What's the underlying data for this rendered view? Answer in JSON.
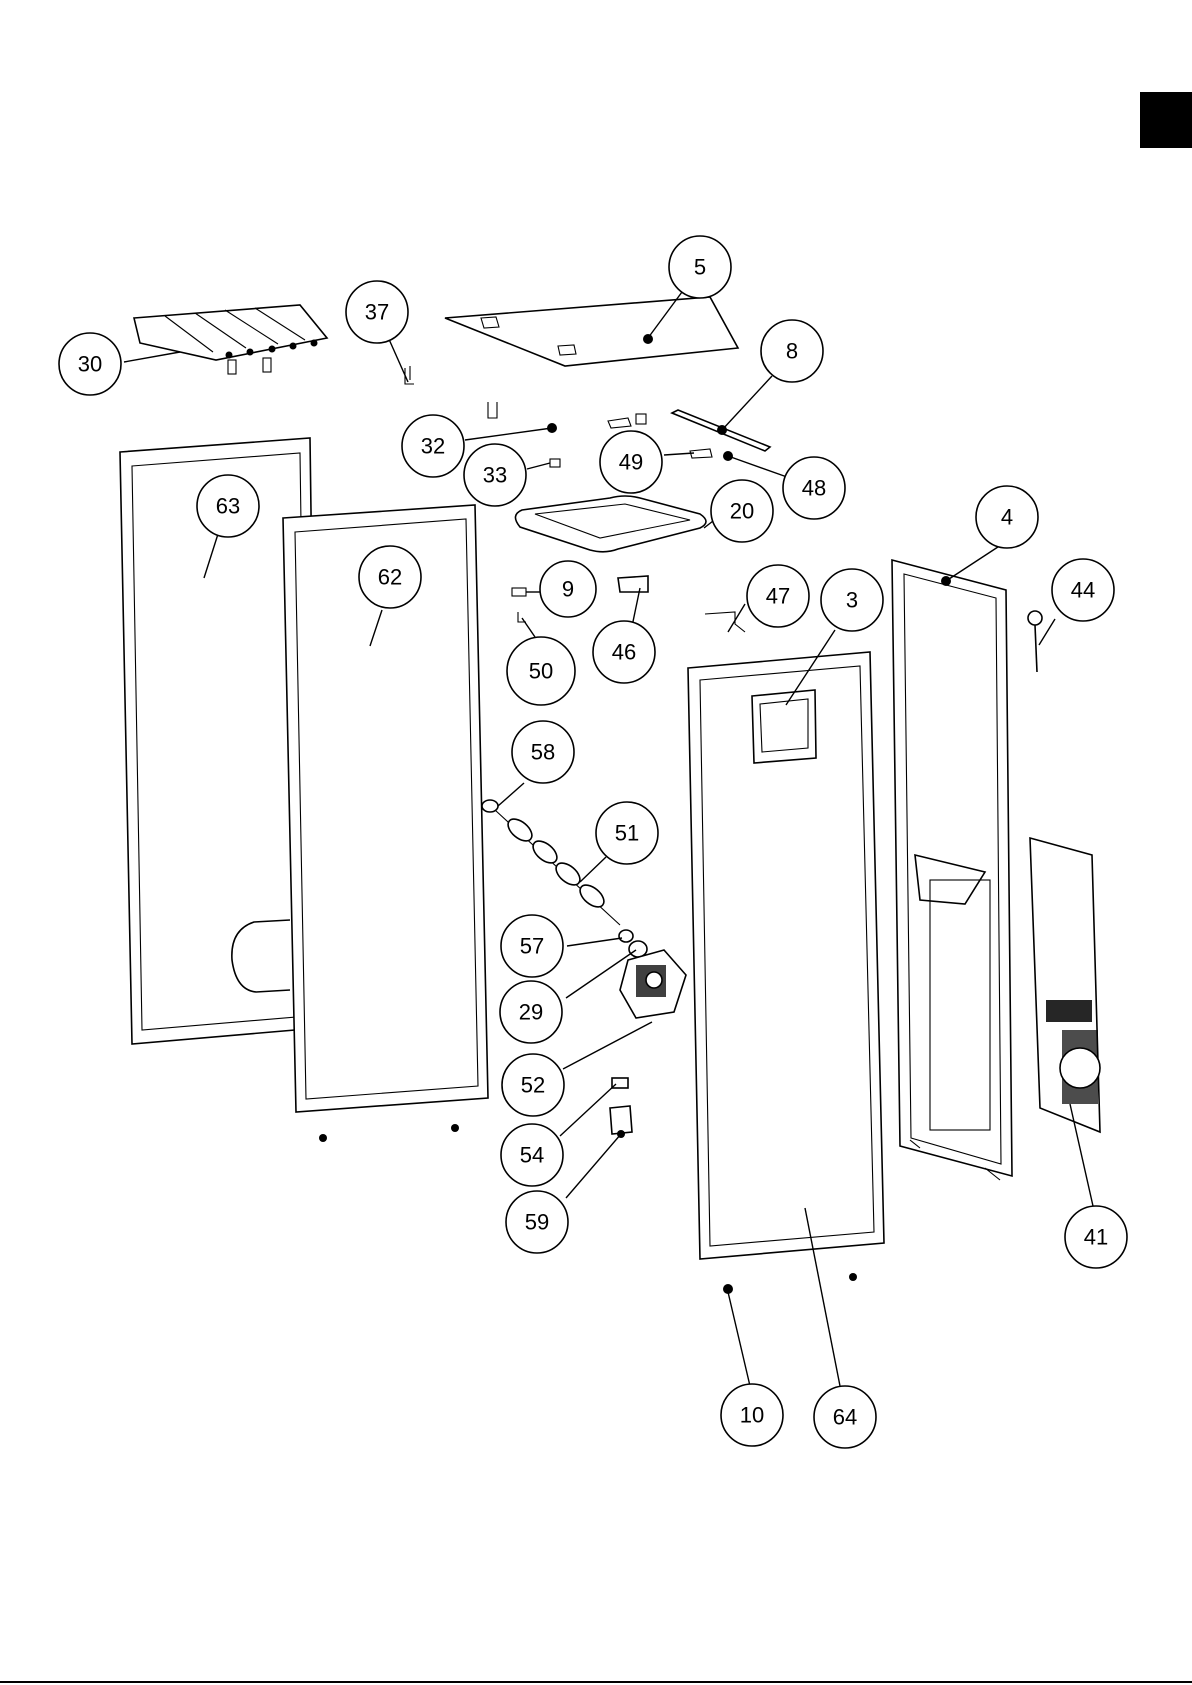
{
  "diagram": {
    "callouts": [
      {
        "id": "5",
        "label": "5"
      },
      {
        "id": "37",
        "label": "37"
      },
      {
        "id": "30",
        "label": "30"
      },
      {
        "id": "8",
        "label": "8"
      },
      {
        "id": "32",
        "label": "32"
      },
      {
        "id": "49",
        "label": "49"
      },
      {
        "id": "48",
        "label": "48"
      },
      {
        "id": "33",
        "label": "33"
      },
      {
        "id": "63",
        "label": "63"
      },
      {
        "id": "20",
        "label": "20"
      },
      {
        "id": "4",
        "label": "4"
      },
      {
        "id": "62",
        "label": "62"
      },
      {
        "id": "9",
        "label": "9"
      },
      {
        "id": "47",
        "label": "47"
      },
      {
        "id": "3",
        "label": "3"
      },
      {
        "id": "44",
        "label": "44"
      },
      {
        "id": "46",
        "label": "46"
      },
      {
        "id": "50",
        "label": "50"
      },
      {
        "id": "58",
        "label": "58"
      },
      {
        "id": "51",
        "label": "51"
      },
      {
        "id": "57",
        "label": "57"
      },
      {
        "id": "29",
        "label": "29"
      },
      {
        "id": "52",
        "label": "52"
      },
      {
        "id": "54",
        "label": "54"
      },
      {
        "id": "59",
        "label": "59"
      },
      {
        "id": "41",
        "label": "41"
      },
      {
        "id": "10",
        "label": "10"
      },
      {
        "id": "64",
        "label": "64"
      }
    ]
  },
  "colors": {
    "ink": "#000000",
    "paper": "#ffffff"
  },
  "icons": {
    "page_tab": "black-square-tab"
  }
}
